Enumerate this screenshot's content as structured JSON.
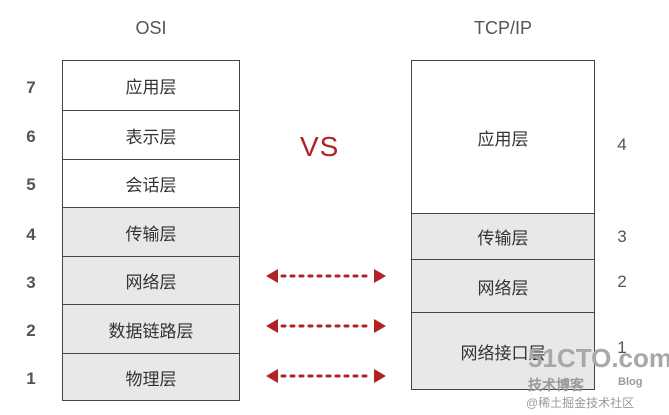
{
  "osi": {
    "title": "OSI",
    "layers": [
      {
        "number": "7",
        "name": "应用层"
      },
      {
        "number": "6",
        "name": "表示层"
      },
      {
        "number": "5",
        "name": "会话层"
      },
      {
        "number": "4",
        "name": "传输层"
      },
      {
        "number": "3",
        "name": "网络层"
      },
      {
        "number": "2",
        "name": "数据链路层"
      },
      {
        "number": "1",
        "name": "物理层"
      }
    ]
  },
  "tcpip": {
    "title": "TCP/IP",
    "layers": [
      {
        "number": "4",
        "name": "应用层"
      },
      {
        "number": "3",
        "name": "传输层"
      },
      {
        "number": "2",
        "name": "网络层"
      },
      {
        "number": "1",
        "name": "网络接口层"
      }
    ]
  },
  "vs_label": "VS",
  "colors": {
    "accent": "#b22222",
    "grey_fill": "#e8e8e8",
    "border": "#444444"
  },
  "watermark": {
    "site": "51CTO.com",
    "line1": "技术博客",
    "blog": "Blog",
    "line2": "@稀土掘金技术社区"
  }
}
